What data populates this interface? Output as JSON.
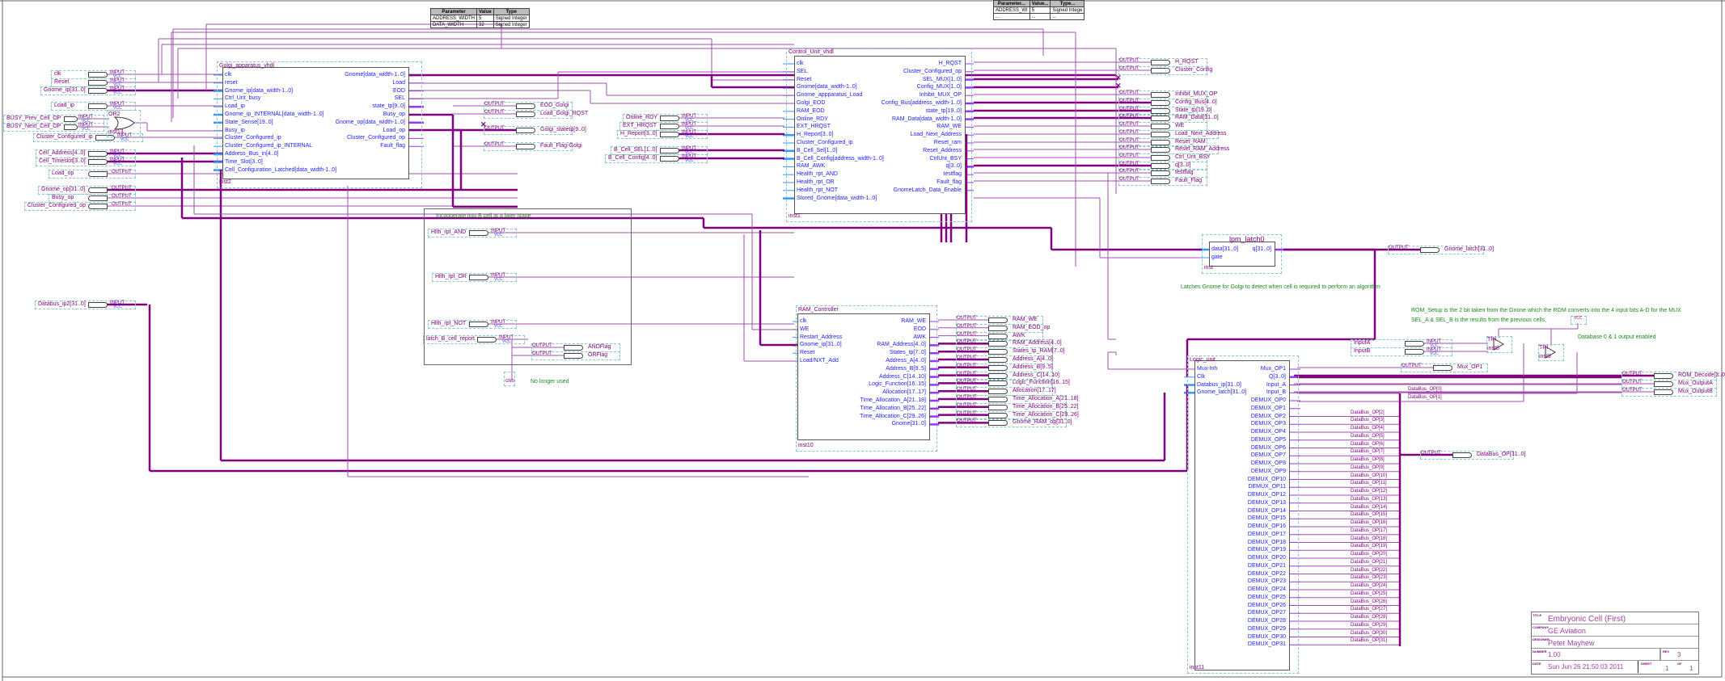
{
  "param_table_1": {
    "headers": [
      "Parameter",
      "Value",
      "Type"
    ],
    "rows": [
      [
        "ADDRESS_WIDTH",
        "5",
        "Signed Integer"
      ],
      [
        "DATA_WIDTH",
        "32",
        "Signed Integer"
      ]
    ]
  },
  "param_table_2": {
    "headers": [
      "Parameter...",
      "Value...",
      "Type..."
    ],
    "rows": [
      [
        "ADDRESS_WI",
        "5",
        "Signed Intege"
      ],
      [
        "...",
        "...",
        "..."
      ]
    ]
  },
  "pin_tags": {
    "input": "INPUT",
    "output": "OUTPUT",
    "vcc": "VCC",
    "gnd": "GND"
  },
  "left_inputs": [
    "clk",
    "Reset",
    "Gnome_ip[31..0]",
    "Load_ip",
    "BUSY_Prev_Cell_OP",
    "BUSY_Next_Cell_OP",
    "Cluster_Configured_ip",
    "Cell_Address[4..0]",
    "Cell_Timeslot[3..0]",
    "Databus_ip2[31..0]"
  ],
  "left_outputs": [
    "Load_op",
    "Gnome_op[31..0]",
    "Busy_op",
    "Cluster_Configured_op"
  ],
  "or_gate": {
    "type": "OR2",
    "instance": "inst13"
  },
  "golgi": {
    "title": "Golgi_apparatus_vhdl",
    "instance": "inst2",
    "inputs": [
      "clk",
      "reset",
      "Gnome_ip[data_width-1..0]",
      "Ctrl_Unt_busy",
      "Load_ip",
      "Gnome_ip_INTERNAL[data_width-1..0]",
      "State_Sense[19..0]",
      "Busy_ip",
      "Cluster_Configured_ip",
      "Cluster_Configured_ip_INTERNAL",
      "Address_Bus_in[4..0]",
      "Time_Slot[3..0]",
      "Cell_Configuration_Latched[data_width-1..0]"
    ],
    "outputs": [
      "Gnome[data_width-1..0]",
      "Load",
      "EOD",
      "SEL",
      "state_tp[9..0]",
      "Busy_op",
      "Gnome_op[data_width-1..0]",
      "Load_op",
      "Cluster_Configured_op",
      "Fault_flag"
    ]
  },
  "golgi_outputs": [
    "EOD_Golgi",
    "Load_Golgi_RQST",
    "Golgi_statetp[9..0]",
    "Fault_Flag-Golgi"
  ],
  "control_unit": {
    "title": "Control_Unit_vhdl",
    "instance": "inst1",
    "inputs": [
      "clk",
      "SEL",
      "Reset",
      "Gnome[data_width-1..0]",
      "Gnome_appparatus_Load",
      "Golgi_EOD",
      "RAM_EOD",
      "Online_RDY",
      "EXT_HRQST",
      "H_Report[3..0]",
      "Cluster_Configured_ip",
      "B_Cell_Sel[1..0]",
      "B_Cell_Config[address_width-1..0]",
      "RAM_AWK",
      "Health_rpt_AND",
      "Health_rpt_OR",
      "Health_rpt_NOT",
      "Stored_Gnome[data_width-1..0]"
    ],
    "outputs": [
      "H_RQST",
      "Cluster_Configured_op",
      "SEL_MUX[1..0]",
      "Config_MUX[1..0]",
      "Inhibit_MUX_OP",
      "Config_Bus[address_width-1..0]",
      "state_tp[19..0]",
      "RAM_Data[data_width-1..0]",
      "RAM_WE",
      "Load_Next_Address",
      "Reset_ram",
      "Reset_Address",
      "CtrlUnt_BSY",
      "q[3..0]",
      "testflag",
      "Fault_flag",
      "GnomeLatch_Data_Enable"
    ]
  },
  "cu_inputs": [
    "Online_RDY",
    "EXT_HRQST",
    "H_Report[3..0]",
    "B_Cell_SEL[1..0]",
    "B_Cell_Config[4..0]"
  ],
  "cu_outputs": [
    "H_RQST",
    "Cluster_Config",
    "Inhibit_MUX_OP",
    "Config_Bus[4..0]",
    "State_tp[19..0]",
    "RAM_Data[31..0]",
    "WE",
    "Load_Next_Address",
    "Reset_RAM",
    "Reset_RAM_Address",
    "Ctrl_Unt_BSY",
    "q[3..0]",
    "testflag",
    "Fault_Flag"
  ],
  "bcell": {
    "comment": "Incooperate into B cell at a later stage",
    "inputs": [
      "Hlth_rpt_AND",
      "Hlth_rpt_OR",
      "Hlth_rpt_NOT",
      "latch_B_cell_report"
    ],
    "outputs": [
      "ANDFlag",
      "ORFlag"
    ],
    "gnd_comment": "No longer used"
  },
  "ram_controller": {
    "title": "RAM_Controller",
    "instance": "inst10",
    "inputs": [
      "clk",
      "WE",
      "Restart_Address",
      "Gnome_ip[31..0]",
      "Reset",
      "Load/NXT_Add"
    ],
    "outputs": [
      "RAM_WE",
      "EOD",
      "AWK",
      "RAM_Address[4..0]",
      "States_tp[7..0]",
      "Address_A[4..0]",
      "Address_B[9..5]",
      "Address_C[14..10]",
      "Logic_Function[16..15]",
      "Allocation[17..17]",
      "Time_Allocation_A[21..18]",
      "Time_Allocation_B[25..22]",
      "Time_Allocation_C[29..26]",
      "Gnome[31..0]"
    ]
  },
  "ram_outputs": [
    "RAM_WE",
    "RAM_EOD_op",
    "AWK",
    "RAM_Address[4..0]",
    "States_tp_RAM[7..0]",
    "Address_A[4..0]",
    "Address_B[9..5]",
    "Address_C[14..10]",
    "Logic_Function[16..15]",
    "Allocation[17..17]",
    "Time_Allocation_A[21..18]",
    "Time_Allocation_B[25..22]",
    "Time_Allocation_C[29..26]",
    "Gnome_RAM_op[31..0]"
  ],
  "latch": {
    "title": "lpm_latch0",
    "instance": "inst",
    "inputs": [
      "data[31..0]",
      "gate"
    ],
    "outputs": [
      "q[31..0]"
    ],
    "comment": "Latches Gnome for Golgi to detect when cell is required to perform an algorithm",
    "output_pin": "Gnome_latch[31..0]"
  },
  "rom": {
    "comment_1": "ROM_Setup is the 2 bit taken from the Gnone which the ROM converts into the 4 input bits A-D for the MUX",
    "comment_2": "SEL_A & SEL_B is the results from the previous cells,",
    "comment_3": "Database 0 & 1 output enabled",
    "inputs": [
      "InputA",
      "InputB"
    ],
    "tri_type": "TRI",
    "tri_instances": [
      "inst8",
      "inst9"
    ],
    "outputs": [
      "ROM_Decode[3..0]",
      "Mux_OutputA",
      "Mux_OutputB"
    ]
  },
  "logic_unit": {
    "title": "Logic_unit",
    "instance": "inst11",
    "inputs": [
      "Mux-Inh",
      "Clk",
      "Databus_ip[31..0]",
      "Gnome_latch[31..0]"
    ],
    "outputs": [
      "Mux_OP1",
      "Q[3..0]",
      "Input_A",
      "Input_B",
      "DEMUX_OP0",
      "DEMUX_OP1",
      "DEMUX_OP2",
      "DEMUX_OP3",
      "DEMUX_OP4",
      "DEMUX_OP5",
      "DEMUX_OP6",
      "DEMUX_OP7",
      "DEMUX_OP8",
      "DEMUX_OP9",
      "DEMUX_OP10",
      "DEMUX_OP11",
      "DEMUX_OP12",
      "DEMUX_OP13",
      "DEMUX_OP14",
      "DEMUX_OP15",
      "DEMUX_OP16",
      "DEMUX_OP17",
      "DEMUX_OP18",
      "DEMUX_OP19",
      "DEMUX_OP20",
      "DEMUX_OP21",
      "DEMUX_OP22",
      "DEMUX_OP23",
      "DEMUX_OP24",
      "DEMUX_OP25",
      "DEMUX_OP26",
      "DEMUX_OP27",
      "DEMUX_OP28",
      "DEMUX_OP29",
      "DEMUX_OP30",
      "DEMUX_OP31"
    ],
    "mux_output_pin": "Mux_OP1",
    "databus_labels": [
      "DataBus_OP[0]",
      "DataBus_OP[1]",
      "DataBus_OP[2]",
      "DataBus_OP[3]",
      "DataBus_OP[4]",
      "DataBus_OP[5]",
      "DataBus_OP[6]",
      "DataBus_OP[7]",
      "DataBus_OP[8]",
      "DataBus_OP[9]",
      "DataBus_OP[10]",
      "DataBus_OP[11]",
      "DataBus_OP[12]",
      "DataBus_OP[13]",
      "DataBus_OP[14]",
      "DataBus_OP[15]",
      "DataBus_OP[16]",
      "DataBus_OP[17]",
      "DataBus_OP[18]",
      "DataBus_OP[19]",
      "DataBus_OP[20]",
      "DataBus_OP[21]",
      "DataBus_OP[22]",
      "DataBus_OP[23]",
      "DataBus_OP[24]",
      "DataBus_OP[25]",
      "DataBus_OP[26]",
      "DataBus_OP[27]",
      "DataBus_OP[28]",
      "DataBus_OP[29]",
      "DataBus_OP[30]",
      "DataBus_OP[31]"
    ],
    "databus_output": "DataBus_OP[31..0]"
  },
  "title_block": {
    "title_caption": "TITLE",
    "title": "Embryonic Cell (First)",
    "company_caption": "COMPANY",
    "company": "GE Aviation",
    "designer_caption": "DESIGNER",
    "designer": "Peter Mayhew",
    "number_caption": "NUMBER",
    "number": "1.00",
    "rev_caption": "REV",
    "rev": "3",
    "date_caption": "DATE",
    "date": "Sun Jun 26 21:50:03 2011",
    "sheet_caption": "SHEET",
    "sheet": "1",
    "of_caption": "OF",
    "of": "1"
  },
  "colors": {
    "wire": "#a050b0",
    "bus": "#800080",
    "port_text": "#2020ff",
    "pin_text": "#800080",
    "frame": "#8cc8c8",
    "comment": "#1a8a1a"
  }
}
